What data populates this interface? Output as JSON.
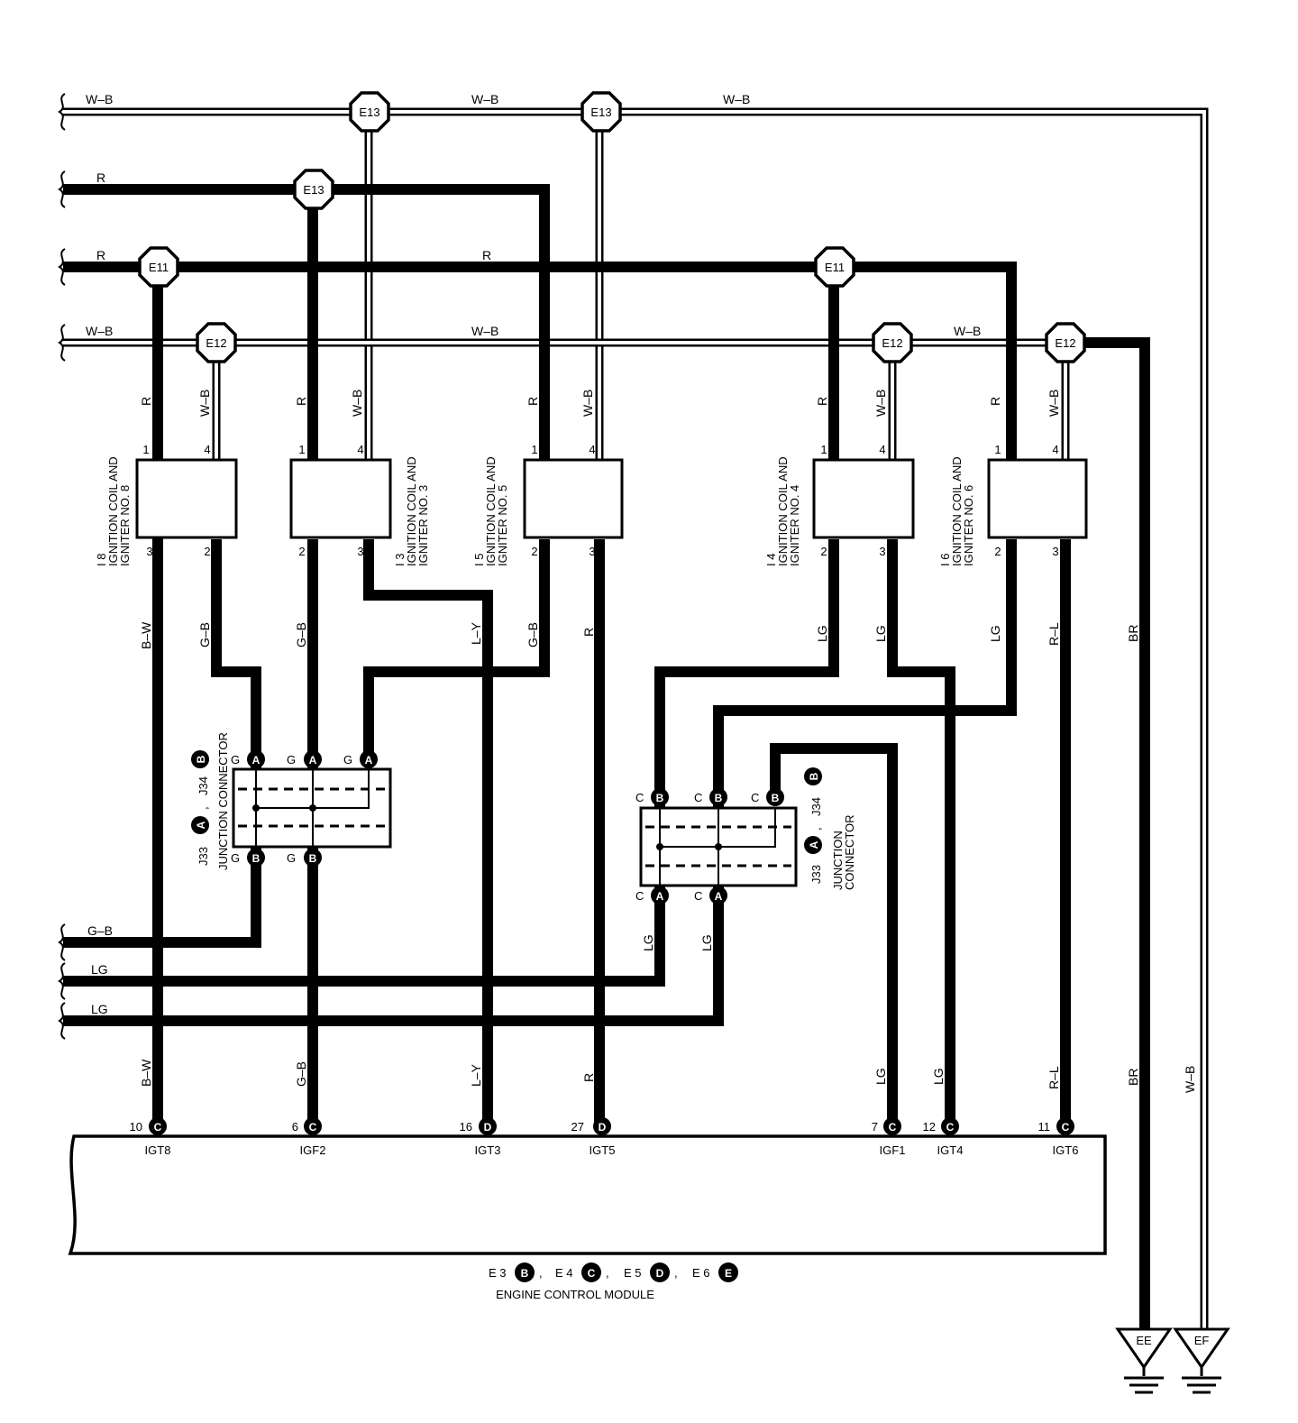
{
  "splices": {
    "E13_a": "E13",
    "E13_b": "E13",
    "E13_c": "E13",
    "E11_a": "E11",
    "E11_b": "E11",
    "E12_a": "E12",
    "E12_b": "E12",
    "E12_c": "E12"
  },
  "bus_wires": {
    "top_wb_1": "W–B",
    "top_wb_2": "W–B",
    "top_wb_3": "W–B",
    "r_top": "R",
    "r_mid_1": "R",
    "r_mid_2": "R",
    "wb_low_1": "W–B",
    "wb_low_2": "W–B",
    "wb_low_3": "W–B"
  },
  "coils": [
    {
      "id": "coil-8",
      "name_line1": "IGNITION COIL AND",
      "name_line2": "IGNITER NO. 8",
      "ref": "I 8",
      "wire_in": "R",
      "wire_wb": "W–B",
      "pins": [
        "1",
        "4",
        "3",
        "2"
      ]
    },
    {
      "id": "coil-3",
      "name_line1": "IGNITION COIL AND",
      "name_line2": "IGNITER NO. 3",
      "ref": "I 3",
      "wire_in": "R",
      "wire_wb": "W–B",
      "pins": [
        "1",
        "4",
        "2",
        "3"
      ]
    },
    {
      "id": "coil-5",
      "name_line1": "IGNITION COIL AND",
      "name_line2": "IGNITER NO. 5",
      "ref": "I 5",
      "wire_in": "R",
      "wire_wb": "W–B",
      "pins": [
        "1",
        "4",
        "2",
        "3"
      ]
    },
    {
      "id": "coil-4",
      "name_line1": "IGNITION COIL AND",
      "name_line2": "IGNITER NO. 4",
      "ref": "I 4",
      "wire_in": "R",
      "wire_wb": "W–B",
      "pins": [
        "1",
        "4",
        "2",
        "3"
      ]
    },
    {
      "id": "coil-6",
      "name_line1": "IGNITION COIL AND",
      "name_line2": "IGNITER NO. 6",
      "ref": "I 6",
      "wire_in": "R",
      "wire_wb": "W–B",
      "pins": [
        "1",
        "4",
        "2",
        "3"
      ]
    }
  ],
  "mid_wires": {
    "bw": "B–W",
    "gb_1": "G–B",
    "gb_2": "G–B",
    "ly": "L–Y",
    "gb_3": "G–B",
    "r": "R",
    "lg_1": "LG",
    "lg_2": "LG",
    "lg_3": "LG",
    "rl": "R–L",
    "br": "BR"
  },
  "junction_left": {
    "title": "JUNCTION CONNECTOR",
    "ref_a": "J33",
    "ref_b": "J34",
    "sep": ",",
    "pin_g": "G",
    "pin_a": "A",
    "pin_b": "B"
  },
  "junction_right": {
    "title_line1": "JUNCTION",
    "title_line2": "CONNECTOR",
    "ref_a": "J33",
    "ref_b": "J34",
    "sep": ",",
    "pin_c": "C",
    "pin_a": "A",
    "pin_b": "B"
  },
  "left_wires": {
    "gb": "G–B",
    "lg_1": "LG",
    "lg_2": "LG"
  },
  "lower_wires": {
    "bw": "B–W",
    "gb": "G–B",
    "ly": "L–Y",
    "r": "R",
    "lg_1": "LG",
    "lg_2": "LG",
    "rl": "R–L",
    "br": "BR",
    "wb": "W–B"
  },
  "ecm": {
    "terminals": [
      {
        "num": "10",
        "conn": "C",
        "name": "IGT8"
      },
      {
        "num": "6",
        "conn": "C",
        "name": "IGF2"
      },
      {
        "num": "16",
        "conn": "D",
        "name": "IGT3"
      },
      {
        "num": "27",
        "conn": "D",
        "name": "IGT5"
      },
      {
        "num": "7",
        "conn": "C",
        "name": "IGF1"
      },
      {
        "num": "12",
        "conn": "C",
        "name": "IGT4"
      },
      {
        "num": "11",
        "conn": "C",
        "name": "IGT6"
      }
    ],
    "connectors": [
      {
        "ref": "E 3",
        "letter": "B",
        "sep": ","
      },
      {
        "ref": "E 4",
        "letter": "C",
        "sep": ","
      },
      {
        "ref": "E 5",
        "letter": "D",
        "sep": ","
      },
      {
        "ref": "E 6",
        "letter": "E",
        "sep": ""
      }
    ],
    "name": "ENGINE CONTROL MODULE"
  },
  "grounds": {
    "ee": "EE",
    "ef": "EF"
  }
}
